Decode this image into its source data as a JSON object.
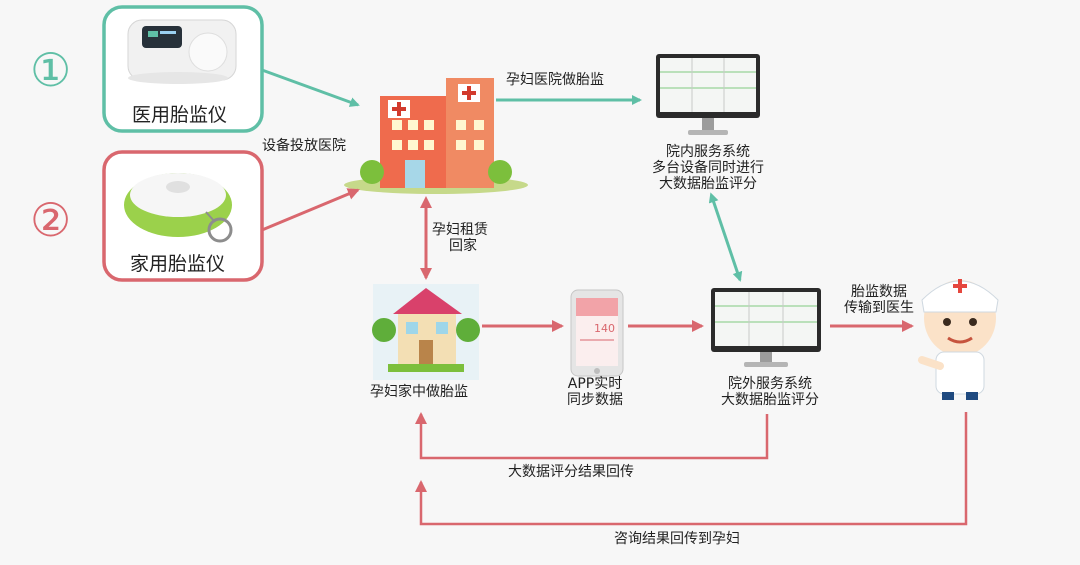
{
  "devices": {
    "medical": {
      "number": "①",
      "label": "医用胎监仪",
      "color": "#5fbfa6"
    },
    "home": {
      "number": "②",
      "label": "家用胎监仪",
      "color": "#d9676e"
    }
  },
  "labels": {
    "to_hospital": "设备投放医院",
    "hospital_monitor": "孕妇医院做胎监",
    "rent_home_line1": "孕妇租赁",
    "rent_home_line2": "回家",
    "inhouse_line1": "院内服务系统",
    "inhouse_line2": "多台设备同时进行",
    "inhouse_line3": "大数据胎监评分",
    "home_monitor": "孕妇家中做胎监",
    "app_line1": "APP实时",
    "app_line2": "同步数据",
    "phone_reading": "140",
    "external_line1": "院外服务系统",
    "external_line2": "大数据胎监评分",
    "to_doctor_line1": "胎监数据",
    "to_doctor_line2": "传输到医生",
    "score_return": "大数据评分结果回传",
    "consult_return": "咨询结果回传到孕妇"
  },
  "colors": {
    "teal_arrow": "#5fbfa6",
    "red_arrow": "#d9676e",
    "hospital": "#ef6b4d",
    "house_roof": "#d9416b"
  }
}
